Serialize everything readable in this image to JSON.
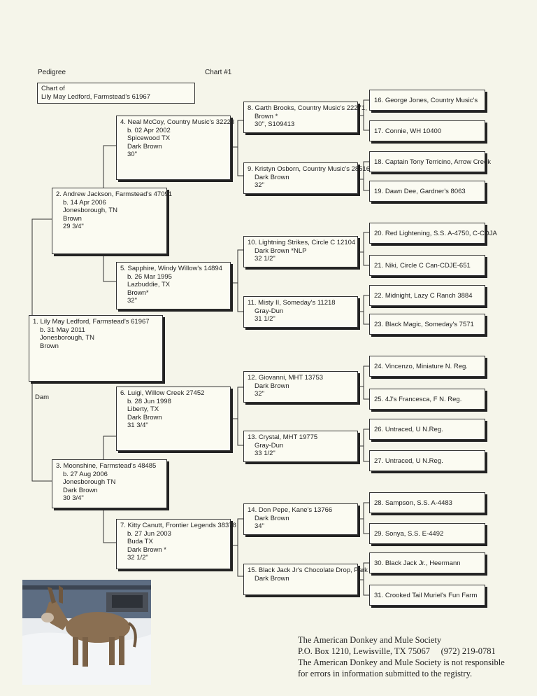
{
  "header": {
    "pedigree_label": "Pedigree",
    "chart_number": "Chart #1"
  },
  "chart_of": {
    "line1": "Chart of",
    "line2": "Lily May Ledford, Farmstead's 61967"
  },
  "dam_label": "Dam",
  "animals": {
    "a1": [
      "1. Lily May Ledford, Farmstead's 61967",
      "b. 31 May 2011",
      "Jonesborough, TN",
      "Brown"
    ],
    "a2": [
      "2. Andrew Jackson, Farmstead's 47091",
      "b. 14 Apr 2006",
      "Jonesborough, TN",
      "Brown",
      "29 3/4\""
    ],
    "a3": [
      "3. Moonshine, Farmstead's 48485",
      "b. 27 Aug 2006",
      "Jonesborough TN",
      "Dark Brown",
      "30 3/4\""
    ],
    "a4": [
      "4. Neal McCoy, Country Music's 32223",
      "b. 02 Apr 2002",
      "Spicewood TX",
      "Dark Brown",
      "30\""
    ],
    "a5": [
      "5. Sapphire, Windy Willow's 14894",
      "b. 26 Mar 1995",
      "Lazbuddie, TX",
      "Brown*",
      "32\""
    ],
    "a6": [
      "6. Luigi, Willow Creek 27452",
      "b. 28 Jun 1998",
      "Liberty, TX",
      "Dark Brown",
      "31 3/4\""
    ],
    "a7": [
      "7. Kitty Canutt, Frontier Legends 38378",
      "b. 27 Jun 2003",
      "Buda TX",
      "Dark Brown *",
      "32 1/2\""
    ],
    "a8": [
      "8. Garth Brooks, Country Music's 22271,",
      "Brown *",
      "30\", S109413"
    ],
    "a9": [
      "9. Kristyn Osborn, Country Music's 28516",
      "Dark Brown",
      "32\""
    ],
    "a10": [
      "10. Lightning Strikes, Circle C 12104",
      "Dark Brown *NLP",
      "32 1/2\""
    ],
    "a11": [
      "11. Misty II, Someday's 11218",
      "Gray-Dun",
      "31 1/2\""
    ],
    "a12": [
      "12. Giovanni, MHT 13753",
      "Dark Brown",
      "32\""
    ],
    "a13": [
      "13. Crystal, MHT 19775",
      "Gray-Dun",
      "33 1/2\""
    ],
    "a14": [
      "14. Don Pepe, Kane's 13766",
      "Dark Brown",
      "34\""
    ],
    "a15": [
      "15. Black Jack Jr's Chocolate Drop, Park",
      "Dark Brown"
    ]
  },
  "great_grandparents": [
    "16. George Jones, Country Music's",
    "17. Connie, WH 10400",
    "18. Captain Tony Terricino, Arrow Creek",
    "19. Dawn Dee, Gardner's 8063",
    "20. Red Lightening, S.S. A-4750, C-CDJA",
    "21. Niki, Circle C Can-CDJE-651",
    "22. Midnight, Lazy C Ranch 3884",
    "23. Black Magic, Someday's 7571",
    "24. Vincenzo, Miniature N. Reg.",
    "25. 4J's Francesca, F N. Reg.",
    "26. Untraced, U N.Reg.",
    "27. Untraced, U N.Reg.",
    "28. Sampson, S.S. A-4483",
    "29. Sonya, S.S. E-4492",
    "30. Black Jack Jr., Heermann",
    "31. Crooked Tail Muriel's Fun Farm"
  ],
  "footer": {
    "line1": "The American Donkey and Mule Society",
    "line2": "P.O. Box 1210, Lewisville, TX 75067     (972) 219-0781",
    "line3": "The American Donkey and Mule Society is not responsible",
    "line4": "for errors in information submitted to the registry."
  }
}
